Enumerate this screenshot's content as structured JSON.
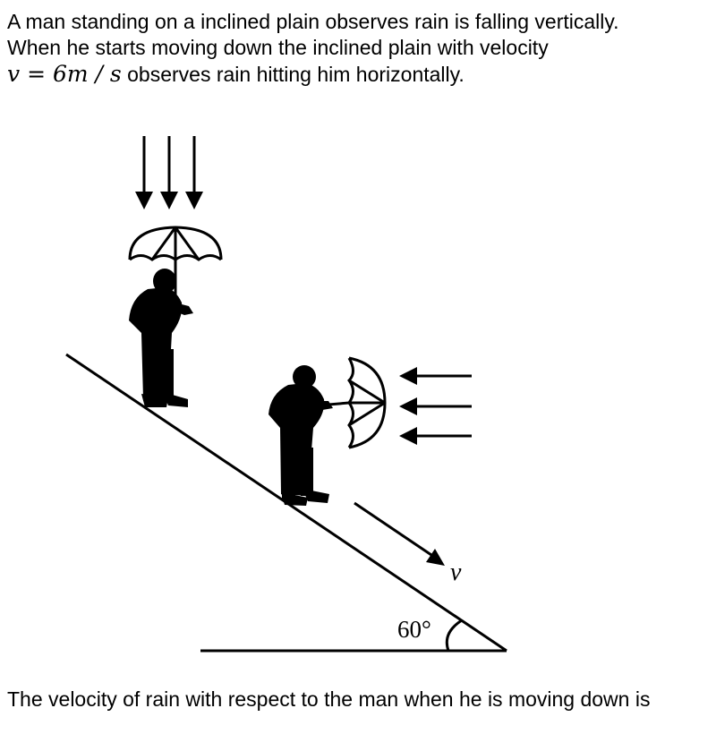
{
  "question": {
    "line1": "A man standing on a inclined plain observes rain is falling vertically.",
    "line2": "When he starts moving down the inclined plain with velocity",
    "math": "v = 6m / s",
    "line3_rest": " observes rain hitting him horizontally."
  },
  "figure": {
    "velocity_label": "v",
    "angle_label": "60°"
  },
  "footer": {
    "text": "The velocity of rain with respect to the man when he is moving down is"
  }
}
